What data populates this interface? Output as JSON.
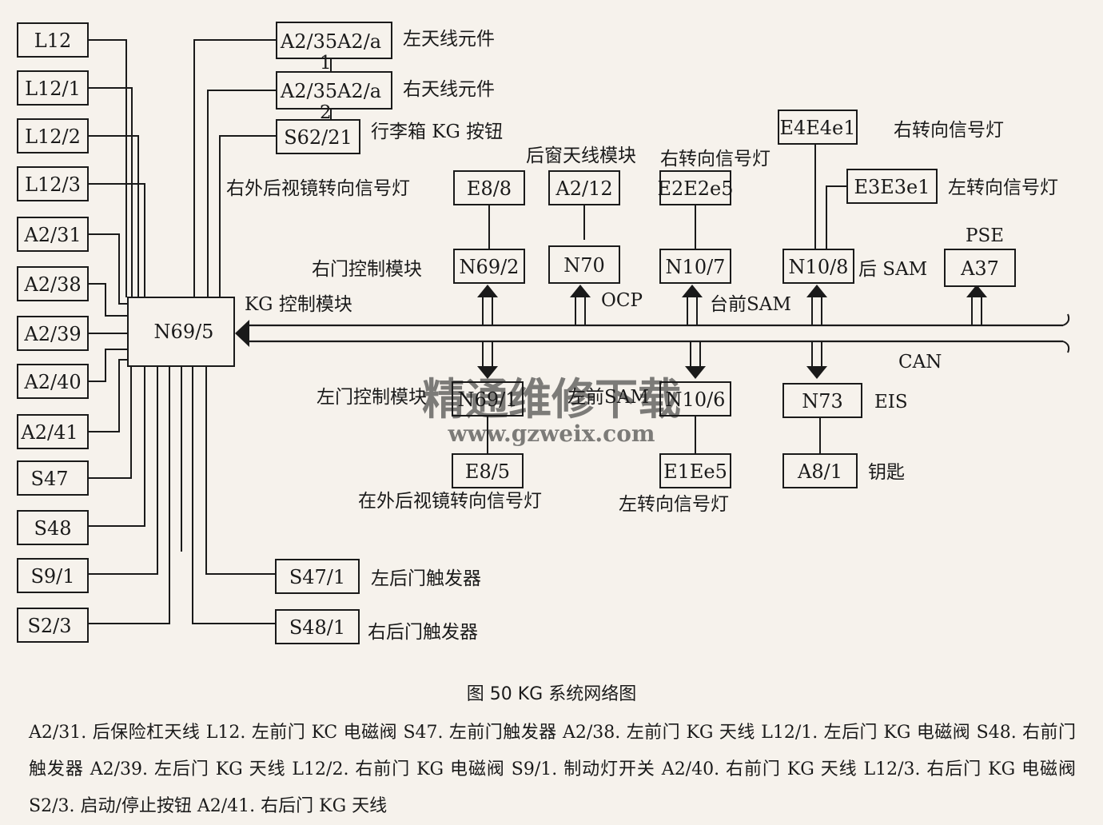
{
  "boxes": {
    "l12": "L12",
    "l12_1": "L12/1",
    "l12_2": "L12/2",
    "l12_3": "L12/3",
    "a2_31": "A2/31",
    "a2_38": "A2/38",
    "a2_39": "A2/39",
    "a2_40": "A2/40",
    "a2_41": "A2/41",
    "s47": "S47",
    "s48": "S48",
    "s9_1": "S9/1",
    "s2_3": "S2/3",
    "n69_5": "N69/5",
    "a2_35_1": "A2/35A2/a",
    "a2_35_2": "A2/35A2/a",
    "s62_21": "S62/21",
    "s47_1": "S47/1",
    "s48_1": "S48/1",
    "e8_8": "E8/8",
    "a2_12": "A2/12",
    "e2": "E2E2e5",
    "e4": "E4E4e1",
    "e3": "E3E3e1",
    "n69_2": "N69/2",
    "n70": "N70",
    "n10_7": "N10/7",
    "n10_8": "N10/8",
    "a37": "A37",
    "n69_1": "N69/1",
    "n10_6": "N10/6",
    "n73": "N73",
    "e8_5": "E8/5",
    "e1": "E1Ee5",
    "a8_1": "A8/1"
  },
  "labels": {
    "left_antenna": "左天线元件",
    "num_1": "1",
    "right_antenna": "右天线元件",
    "num_2": "2",
    "trunk_button": "行李箱 KG 按钮",
    "rear_window_antenna": "后窗天线模块",
    "right_turn_signal_top": "右转向信号灯",
    "right_turn_signal_e4": "右转向信号灯",
    "left_turn_signal_e3": "左转向信号灯",
    "right_mirror_signal": "右外后视镜转向信号灯",
    "right_door_module": "右门控制模块",
    "rear_sam": "后 SAM",
    "pse": "PSE",
    "kg_module": "KG 控制模块",
    "ocp": "OCP",
    "front_sam_upper": "台前SAM",
    "can": "CAN",
    "left_door_module": "左门控制模块",
    "front_sam_lower": "左前SAM",
    "eis": "EIS",
    "key": "钥匙",
    "left_mirror_signal": "在外后视镜转向信号灯",
    "left_turn_signal_bottom": "左转向信号灯",
    "left_rear_trigger": "左后门触发器",
    "right_rear_trigger": "右后门触发器"
  },
  "watermark": {
    "cn": "精通维修下载",
    "url": "www.gzweix.com"
  },
  "caption": "图 50    KG 系统网络图",
  "legend": "A2/31. 后保险杠天线  L12. 左前门 KC 电磁阀  S47. 左前门触发器  A2/38. 左前门 KG 天线  L12/1. 左后门 KG 电磁阀  S48. 右前门触发器  A2/39. 左后门 KG 天线  L12/2. 右前门 KG 电磁阀  S9/1. 制动灯开关  A2/40. 右前门 KG 天线  L12/3. 右后门 KG 电磁阀  S2/3. 启动/停止按钮  A2/41. 右后门 KG 天线"
}
